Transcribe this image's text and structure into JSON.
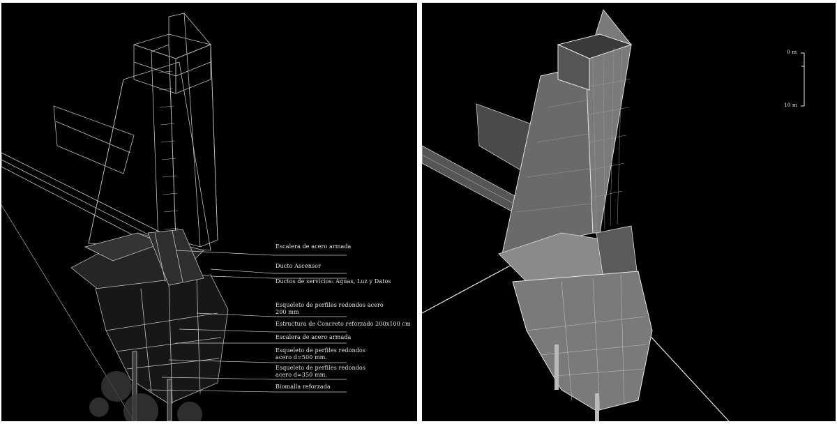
{
  "colors": {
    "background": "#000000",
    "line": "#e0e0e0",
    "divider": "#ffffff"
  },
  "left_panel": {
    "annotations": [
      "Escalera de acero armada",
      "Ducto Ascensor",
      "Ductos de servicios: Aguas, Luz y Datos",
      "Esqueleto de perfiles redondos acero 200 mm",
      "Estructura de Concreto reforzado 200x100 cm",
      "Escalera de acero armada",
      "Esqueleto de perfiles redondos acero d=500 mm.",
      "Esqueleto de perfiles redondos acero d=350 mm.",
      "Biomalla reforzada"
    ]
  },
  "right_panel": {
    "scale_bar": {
      "top_label": "0 m",
      "bottom_label": "10 m"
    }
  }
}
